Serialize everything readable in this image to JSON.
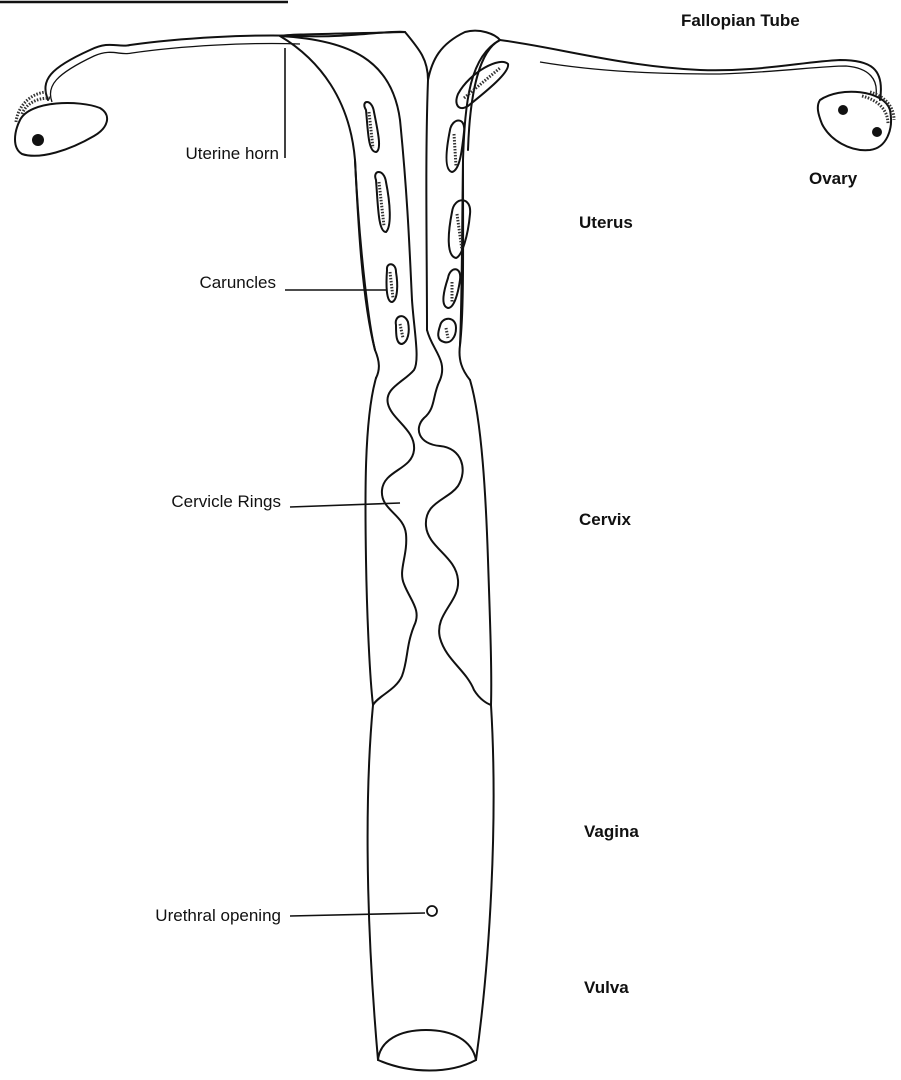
{
  "diagram": {
    "labels": {
      "fallopian_tube": "Fallopian Tube",
      "ovary": "Ovary",
      "uterus": "Uterus",
      "cervix": "Cervix",
      "vagina": "Vagina",
      "vulva": "Vulva"
    },
    "callouts": {
      "uterine_horn": "Uterine horn",
      "caruncles": "Caruncles",
      "cervical_rings": "Cervicle Rings",
      "urethral_opening": "Urethral opening"
    }
  }
}
